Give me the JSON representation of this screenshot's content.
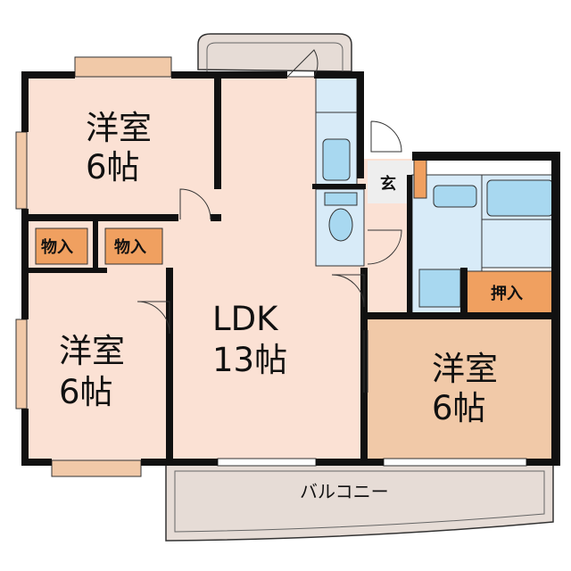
{
  "rooms": {
    "western_room_top_left": {
      "name": "洋室",
      "size": "6帖"
    },
    "western_room_bottom_left": {
      "name": "洋室",
      "size": "6帖"
    },
    "western_room_right": {
      "name": "洋室",
      "size": "6帖"
    },
    "ldk": {
      "name": "LDK",
      "size": "13帖"
    }
  },
  "storage": {
    "closet_left": "物入",
    "closet_middle": "物入",
    "oshiire": "押入"
  },
  "entrance": "玄",
  "balcony": "バルコニー",
  "colors": {
    "floor_pink": "#fbe1d4",
    "floor_tan": "#f1c9a8",
    "storage_orange": "#f0a060",
    "wet_area_blue": "#d8ebf8",
    "fixture_blue": "#a8d8f0",
    "balcony_gray": "#e6dcd6",
    "wall": "#111111"
  }
}
